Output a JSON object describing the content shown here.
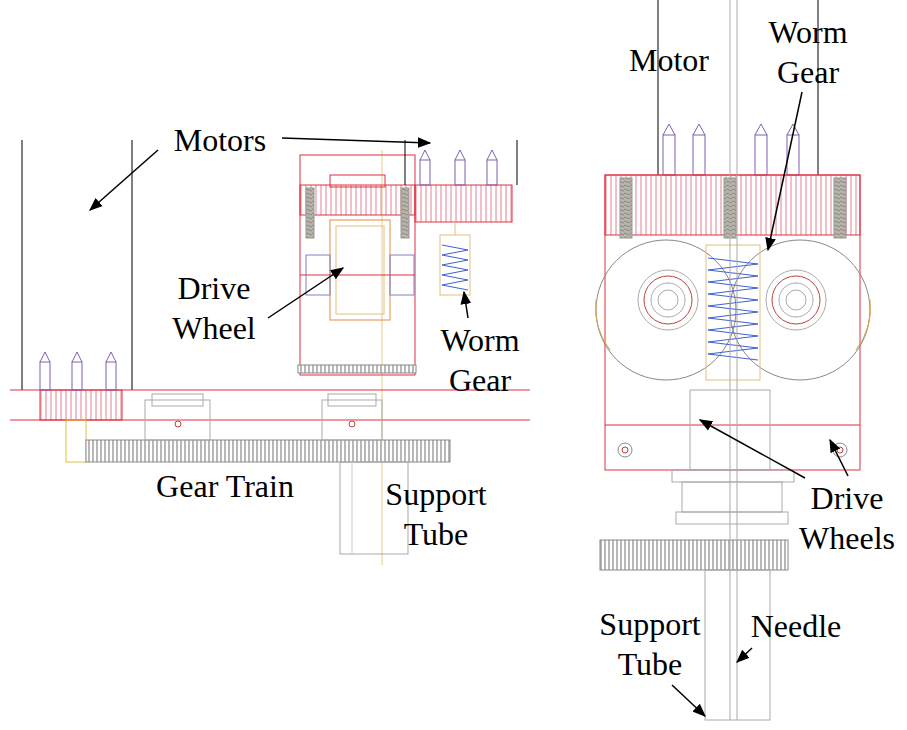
{
  "diagram": {
    "labels": [
      "Motors",
      "Drive Wheel",
      "Worm Gear",
      "Gear Train",
      "Support Tube",
      "Motor",
      "Worm Gear",
      "Drive Wheels",
      "Support Tube",
      "Needle"
    ]
  }
}
